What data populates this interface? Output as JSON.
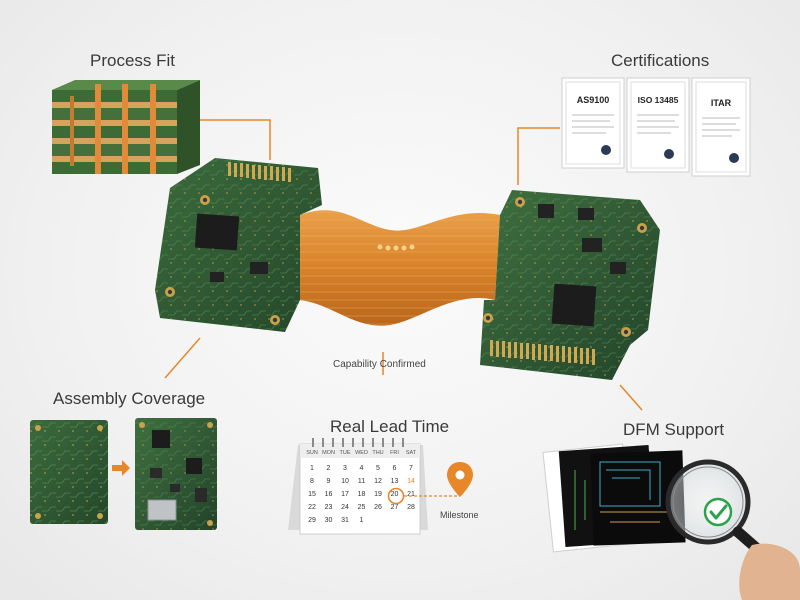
{
  "labels": {
    "process_fit": "Process Fit",
    "certifications": "Certifications",
    "assembly_coverage": "Assembly Coverage",
    "real_lead_time": "Real Lead Time",
    "dfm_support": "DFM Support",
    "capability_confirmed": "Capability Confirmed",
    "milestone": "Milestone"
  },
  "certificates": [
    "AS9100",
    "ISO 13485",
    "ITAR"
  ],
  "calendar": {
    "weekdays": [
      "SUN",
      "MON",
      "TUE",
      "WED",
      "THU",
      "FRI",
      "SAT"
    ],
    "days": [
      [
        "1",
        "2",
        "3",
        "4",
        "5",
        "6",
        "7"
      ],
      [
        "8",
        "9",
        "10",
        "11",
        "12",
        "13",
        "14"
      ],
      [
        "15",
        "16",
        "17",
        "18",
        "19",
        "20",
        "21"
      ],
      [
        "22",
        "23",
        "24",
        "25",
        "26",
        "27",
        "28"
      ],
      [
        "29",
        "30",
        "31",
        "1",
        "",
        "",
        ""
      ]
    ],
    "highlight_day": "14"
  },
  "colors": {
    "accent": "#e8862a",
    "pcb_green": "#2f5a33",
    "flex_copper": "#d98a2e",
    "gold": "#c9a24a",
    "check_green": "#2aa34a"
  },
  "icons": [
    "map-pin-icon",
    "checkmark-icon",
    "magnifier-icon",
    "arrow-right-icon"
  ]
}
